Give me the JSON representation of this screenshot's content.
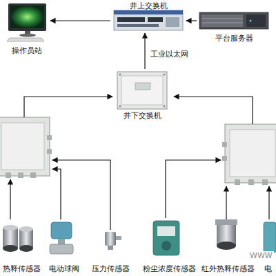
{
  "diagram": {
    "nodes": [
      {
        "text": [
          "井上交换机"
        ]
      },
      {
        "text": [
          "操作员站"
        ]
      },
      {
        "text": [
          "平台服务器"
        ]
      },
      {
        "text": [
          "井下交换机"
        ]
      },
      {
        "text": [
          "热释传感器"
        ]
      },
      {
        "text": [
          "电动球阀"
        ]
      },
      {
        "text": [
          "压力传感器"
        ]
      },
      {
        "text": [
          "粉尘浓度传感器"
        ]
      },
      {
        "text": [
          "红外热释传感器"
        ]
      },
      {
        "text": [
          "电"
        ]
      }
    ],
    "edges": [
      {
        "from": 0,
        "to": 1,
        "arrow": "to"
      },
      {
        "from": 2,
        "to": 0,
        "arrow": "to"
      },
      {
        "from": 3,
        "to": 0,
        "label": "工业以太网",
        "arrow": "to"
      }
    ],
    "labels": [
      "WWW"
    ]
  }
}
